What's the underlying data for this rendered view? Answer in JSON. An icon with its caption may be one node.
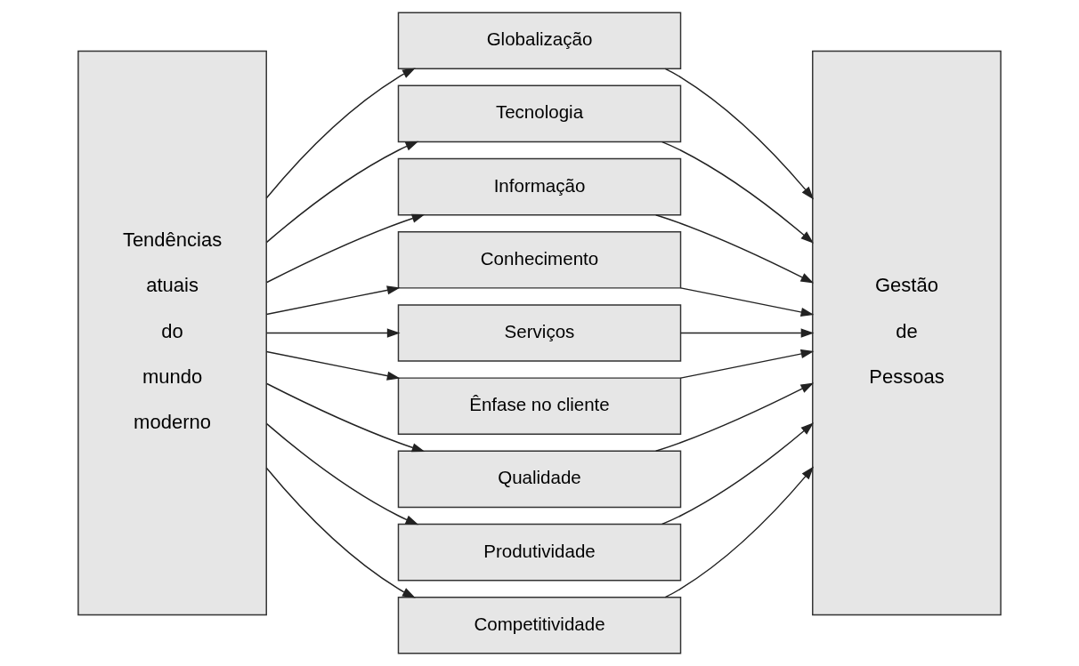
{
  "diagram": {
    "nodes": [
      {
        "text": [
          "Tendências atuais do mundo moderno"
        ]
      },
      {
        "text": [
          "Globalização"
        ]
      },
      {
        "text": [
          "Tecnologia"
        ]
      },
      {
        "text": [
          "Informação"
        ]
      },
      {
        "text": [
          "Conhecimento"
        ]
      },
      {
        "text": [
          "Serviços"
        ]
      },
      {
        "text": [
          "Ênfase no cliente"
        ]
      },
      {
        "text": [
          "Qualidade"
        ]
      },
      {
        "text": [
          "Produtividade"
        ]
      },
      {
        "text": [
          "Competitividade"
        ]
      },
      {
        "text": [
          "Gestão de Pessoas"
        ]
      }
    ],
    "edges": [
      {
        "from": 0,
        "to": 1,
        "arrow": "to"
      },
      {
        "from": 0,
        "to": 2,
        "arrow": "to"
      },
      {
        "from": 0,
        "to": 3,
        "arrow": "to"
      },
      {
        "from": 0,
        "to": 4,
        "arrow": "to"
      },
      {
        "from": 0,
        "to": 5,
        "arrow": "to"
      },
      {
        "from": 0,
        "to": 6,
        "arrow": "to"
      },
      {
        "from": 0,
        "to": 7,
        "arrow": "to"
      },
      {
        "from": 0,
        "to": 8,
        "arrow": "to"
      },
      {
        "from": 0,
        "to": 9,
        "arrow": "to"
      },
      {
        "from": 1,
        "to": 10,
        "arrow": "to"
      },
      {
        "from": 2,
        "to": 10,
        "arrow": "to"
      },
      {
        "from": 3,
        "to": 10,
        "arrow": "to"
      },
      {
        "from": 4,
        "to": 10,
        "arrow": "to"
      },
      {
        "from": 5,
        "to": 10,
        "arrow": "to"
      },
      {
        "from": 6,
        "to": 10,
        "arrow": "to"
      },
      {
        "from": 7,
        "to": 10,
        "arrow": "to"
      },
      {
        "from": 8,
        "to": 10,
        "arrow": "to"
      },
      {
        "from": 9,
        "to": 10,
        "arrow": "to"
      }
    ]
  }
}
